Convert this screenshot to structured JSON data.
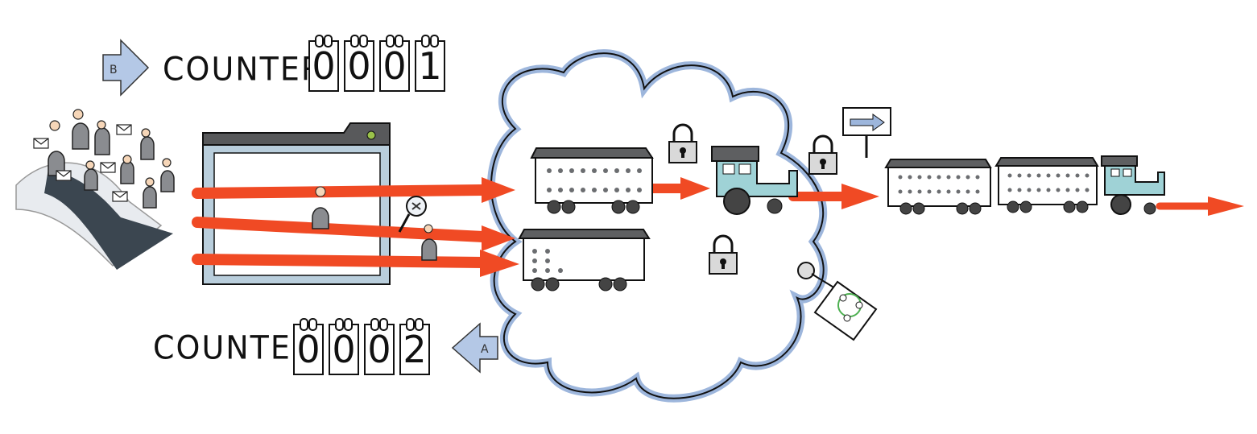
{
  "counter_b": {
    "badge": "B",
    "label": "COUNTER",
    "digits": [
      "0",
      "0",
      "0",
      "1"
    ]
  },
  "counter_a": {
    "badge": "A",
    "label": "COUNTER",
    "digits": [
      "0",
      "0",
      "0",
      "2"
    ]
  },
  "colors": {
    "arrow_red": "#f04a24",
    "cloud_blue": "#9db6dc",
    "window_frame": "#b9cedc",
    "window_bar": "#58595b",
    "wagon_roof": "#5e5f61",
    "engine_teal": "#9fd2d6",
    "badge_blue": "#b4c8e6",
    "dark_arrow": "#3b4650",
    "tag_green": "#4caf50"
  }
}
